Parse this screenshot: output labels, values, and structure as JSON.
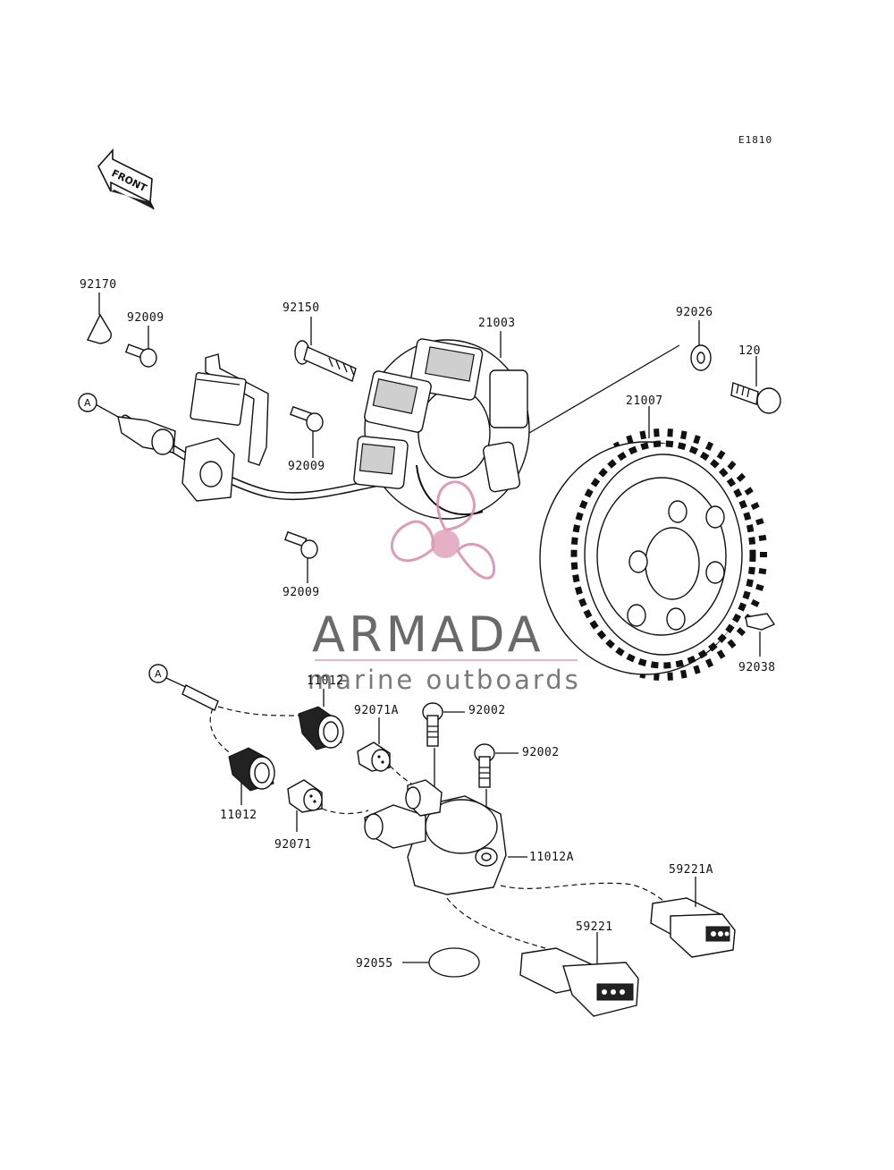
{
  "diagram": {
    "reference_code": "E1810",
    "front_label": "FRONT",
    "callout_letter": "A",
    "watermark": {
      "title": "ARMADA",
      "subtitle": "marine outboards",
      "accent_color": "#d98aab",
      "text_color": "#6a6a6a"
    },
    "parts": {
      "p92170": "92170",
      "p92009_top": "92009",
      "p92150": "92150",
      "p21003": "21003",
      "p92026": "92026",
      "p120": "120",
      "p21007": "21007",
      "p92009_mid": "92009",
      "p92009_low": "92009",
      "p92038": "92038",
      "p11012_top": "11012",
      "p92071A": "92071A",
      "p92002_a": "92002",
      "p92002_b": "92002",
      "p11012_low": "11012",
      "p92071": "92071",
      "p11012A": "11012A",
      "p59221A": "59221A",
      "p59221": "59221",
      "p92055": "92055"
    }
  }
}
